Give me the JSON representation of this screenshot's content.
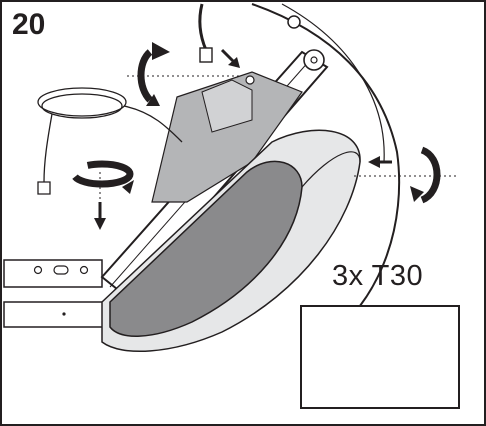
{
  "step": {
    "number": "20"
  },
  "tool": {
    "quantity_label": "3x T30",
    "icon": "screwdriver-icon"
  },
  "rotation_arrows": [
    {
      "name": "rotate-arrow-top",
      "icon": "curved-arrow-icon"
    },
    {
      "name": "rotate-arrow-left",
      "icon": "curved-arrow-icon"
    },
    {
      "name": "rotate-arrow-right",
      "icon": "curved-arrow-icon"
    }
  ],
  "colors": {
    "line": "#231f20",
    "cover_dark": "#8a8a8c",
    "cover_mid": "#b4b5b7",
    "cover_light": "#e6e7e8",
    "background": "#ffffff"
  }
}
